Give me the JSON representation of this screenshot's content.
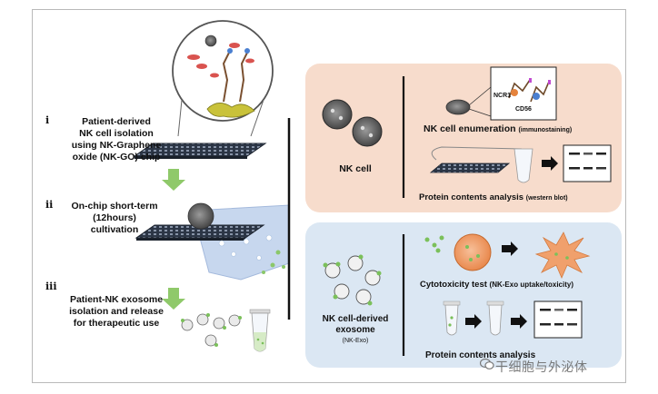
{
  "left": {
    "step1": {
      "numeral": "i",
      "lines": [
        "Patient-derived",
        "NK cell isolation",
        "using NK-Graphene",
        "oxide (NK-GO) chip"
      ]
    },
    "step2": {
      "numeral": "ii",
      "lines": [
        "On-chip short-term",
        "(12hours)",
        "cultivation"
      ]
    },
    "step3": {
      "numeral": "iii",
      "lines": [
        "Patient-NK exosome",
        "isolation and release",
        "for therapeutic use"
      ]
    }
  },
  "top_panel": {
    "cell_label": "NK cell",
    "enumeration_title": "NK cell enumeration",
    "enumeration_sub": "(immunostaining)",
    "marker1": "NCR1",
    "marker2": "CD56",
    "protein_title": "Protein contents analysis",
    "protein_sub": "(western blot)"
  },
  "bottom_panel": {
    "exo_label_1": "NK cell-derived",
    "exo_label_2": "exosome",
    "exo_abbr": "(NK-Exo)",
    "cytotox_title": "Cytotoxicity test",
    "cytotox_sub": "(NK-Exo uptake/toxicity)",
    "protein_title": "Protein contents analysis"
  },
  "watermark": {
    "text": "干细胞与外泌体"
  },
  "colors": {
    "top_panel_bg": "#f7dccc",
    "bottom_panel_bg": "#dbe7f3",
    "arrow_green": "#8fc96a",
    "chip_dark": "#2f3a4a",
    "exo_green": "#7bc05a",
    "cell_orange": "#f0a06c"
  }
}
